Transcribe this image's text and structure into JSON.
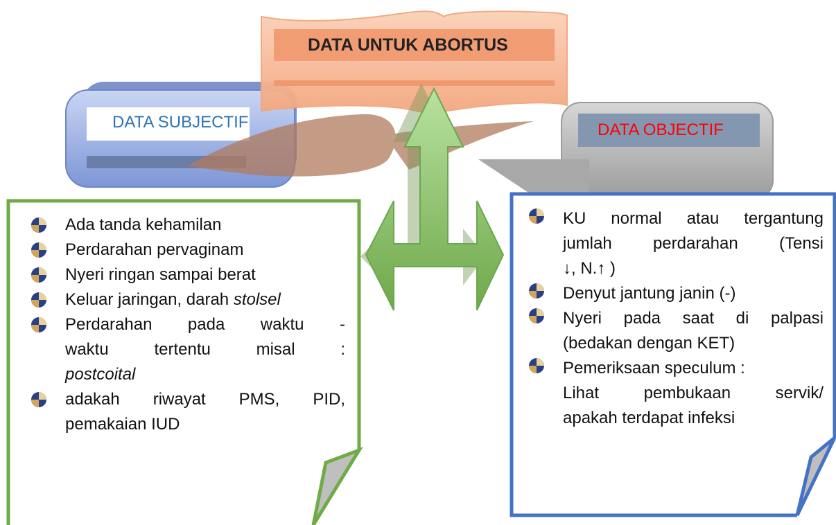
{
  "diagram": {
    "title": "DATA UNTUK ABORTUS",
    "subjective": {
      "label": "DATA SUBJECTIF",
      "items": [
        {
          "text": "Ada tanda kehamilan"
        },
        {
          "text": "Perdarahan pervaginam"
        },
        {
          "text": "Nyeri ringan sampai berat"
        },
        {
          "text": "Keluar jaringan, darah ",
          "italic": "stolsel"
        },
        {
          "lines": [
            "Perdarahan pada waktu -",
            "waktu tertentu misal :"
          ],
          "italic_line": "postcoital"
        },
        {
          "lines": [
            "adakah riwayat PMS, PID,"
          ],
          "last": "pemakaian IUD"
        }
      ]
    },
    "objective": {
      "label": "DATA OBJECTIF",
      "items": [
        {
          "lines": [
            "KU normal atau tergantung",
            "jumlah perdarahan (Tensi"
          ],
          "last": "↓, N.↑ )"
        },
        {
          "text": "Denyut jantung janin (-)"
        },
        {
          "lines": [
            "Nyeri pada saat di palpasi"
          ],
          "last": "(bedakan dengan KET)"
        },
        {
          "text": "Pemeriksaan speculum :",
          "extra_lines": [
            "Lihat pembukaan servik/"
          ],
          "extra_last": "apakah terdapat infeksi"
        }
      ]
    },
    "colors": {
      "title_box": "#f4a77f",
      "subjective_box": "#9bb0e3",
      "objective_box": "#b0b0b0",
      "green_border": "#6fac46",
      "blue_border": "#4472c4",
      "subjective_text": "#2e75b5",
      "objective_text": "#ff0000",
      "arrow": "#8cc569"
    }
  }
}
